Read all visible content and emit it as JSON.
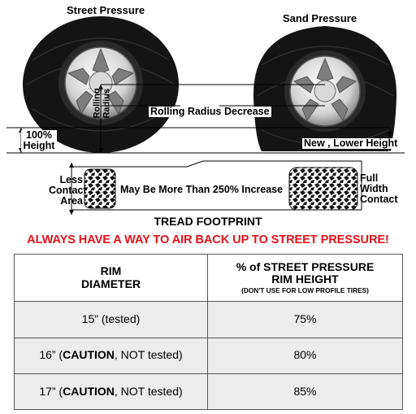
{
  "diagram": {
    "street_label": "Street Pressure",
    "sand_label": "Sand Pressure",
    "rolling_radius_label": "Rolling\nRadius",
    "rolling_radius_decrease": "Rolling Radius Decrease",
    "height_label_line1": "100%",
    "height_label_line2": "Height",
    "new_lower_height": "New , Lower Height",
    "less_contact_line1": "Less",
    "less_contact_line2": "Contact",
    "less_contact_line3": "Area",
    "increase_label": "May Be More Than 250% Increase",
    "full_width_line1": "Full",
    "full_width_line2": "Width",
    "full_width_line3": "Contact",
    "tread_footprint": "TREAD FOOTPRINT"
  },
  "warning": "ALWAYS HAVE A WAY TO AIR BACK UP TO STREET PRESSURE!",
  "table": {
    "header_rim_line1": "RIM",
    "header_rim_line2": "DIAMETER",
    "header_pct_line1": "% of STREET PRESSURE",
    "header_pct_line2": "RIM HEIGHT",
    "header_pct_note": "(DON'T USE FOR LOW PROFILE TIRES)",
    "rows": [
      {
        "rim": "15” (tested)",
        "caution": "",
        "after": "",
        "pct": "75%"
      },
      {
        "rim": "16” (",
        "caution": "CAUTION",
        "after": ", NOT tested)",
        "pct": "80%"
      },
      {
        "rim": "17” (",
        "caution": "CAUTION",
        "after": ", NOT tested)",
        "pct": "85%"
      }
    ]
  },
  "colors": {
    "warning": "#e3121b",
    "row_bg": "#ececec",
    "tire": "#141414"
  },
  "icons": [
    "street-tire-icon",
    "sand-tire-icon",
    "narrow-tread-icon",
    "wide-tread-icon"
  ]
}
